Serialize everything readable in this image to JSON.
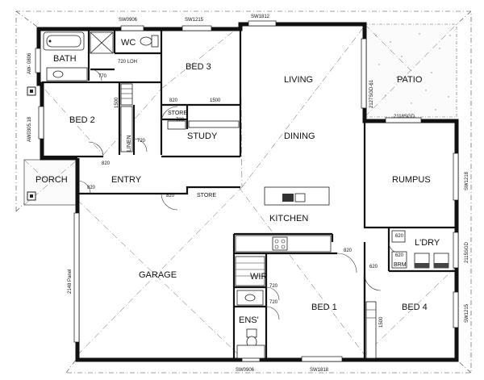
{
  "rooms": {
    "bath": "BATH",
    "wc": "WC",
    "bed3": "BED 3",
    "living": "LIVING",
    "patio": "PATIO",
    "bed2": "BED 2",
    "store_upper": "STORE",
    "study": "STUDY",
    "dining": "DINING",
    "linen": "LINEN",
    "porch": "PORCH",
    "entry": "ENTRY",
    "rumpus": "RUMPUS",
    "store_lower": "STORE",
    "kitchen": "KITCHEN",
    "garage": "GARAGE",
    "ldry": "L'DRY",
    "brm": "BRM",
    "wir": "WIR",
    "bed1": "BED 1",
    "bed4": "BED 4",
    "ens": "ENS'"
  },
  "windows": {
    "sw0906_top": "SW0906",
    "sw1215_top": "SW1215",
    "sw1812_top": "SW1812",
    "aw0806": "AW- 0806",
    "aw0518": "AW0305.18",
    "sgd2127": "2127SGD-61",
    "sgd2118": "2118SGD",
    "sw1218": "SW1218",
    "sgd2115": "2115SGD",
    "sw1215_right": "SW1215",
    "panel2148": "2148 Panel",
    "sw0906_bottom": "SW0906",
    "sw1818_bottom": "SW1818"
  },
  "dimensions": {
    "d720_loh": "720 LOH",
    "d770": "770",
    "d1500_bed2": "1500",
    "d1500_bed3": "1500",
    "d720_store": "720",
    "d820_bed3": "820",
    "d720_linen": "720",
    "d820_bed2": "820",
    "d820_entry": "820",
    "d820_garage": "820",
    "d820_bed1": "820",
    "d620_bed4": "620",
    "d620_ldry": "620",
    "d620_brm": "620",
    "d720_wir": "720",
    "d720_ens": "720",
    "d1500_bed4": "1500"
  }
}
